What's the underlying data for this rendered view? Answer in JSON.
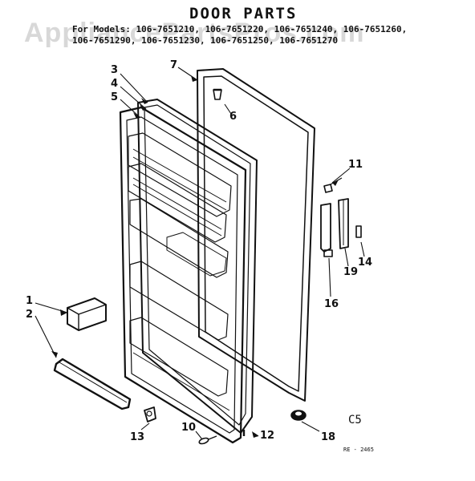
{
  "watermark": "AppliancePartsPros.com",
  "title": "DOOR PARTS",
  "models_line1": "For Models: 106-7651210, 106-7651220, 106-7651240, 106-7651260,",
  "models_line2": "106-7651290, 106-7651230, 106-7651250, 106-7651270",
  "section_code": "C5",
  "ref_code": "RE - 2465",
  "callouts": {
    "c1": "1",
    "c2": "2",
    "c3": "3",
    "c4": "4",
    "c5": "5",
    "c6": "6",
    "c7": "7",
    "c10": "10",
    "c11": "11",
    "c12": "12",
    "c13": "13",
    "c14": "14",
    "c16": "16",
    "c18": "18",
    "c19": "19"
  }
}
